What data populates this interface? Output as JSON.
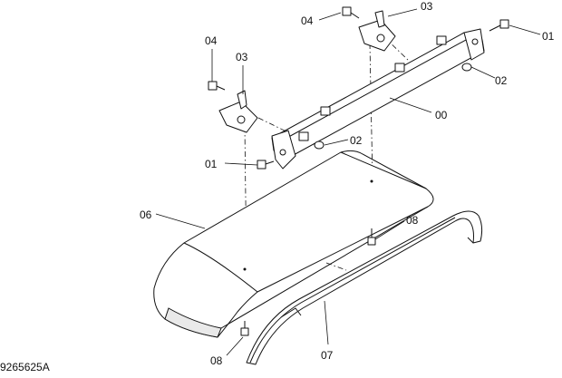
{
  "drawing_id": "9265625A",
  "callouts": {
    "c00": "00",
    "c01_right": "01",
    "c01_left": "01",
    "c02_right": "02",
    "c02_mid": "02",
    "c03_top": "03",
    "c03_left": "03",
    "c04_top": "04",
    "c04_left": "04",
    "c06": "06",
    "c07": "07",
    "c08_right": "08",
    "c08_bottom": "08"
  },
  "colors": {
    "line": "#111111",
    "background": "#ffffff"
  }
}
